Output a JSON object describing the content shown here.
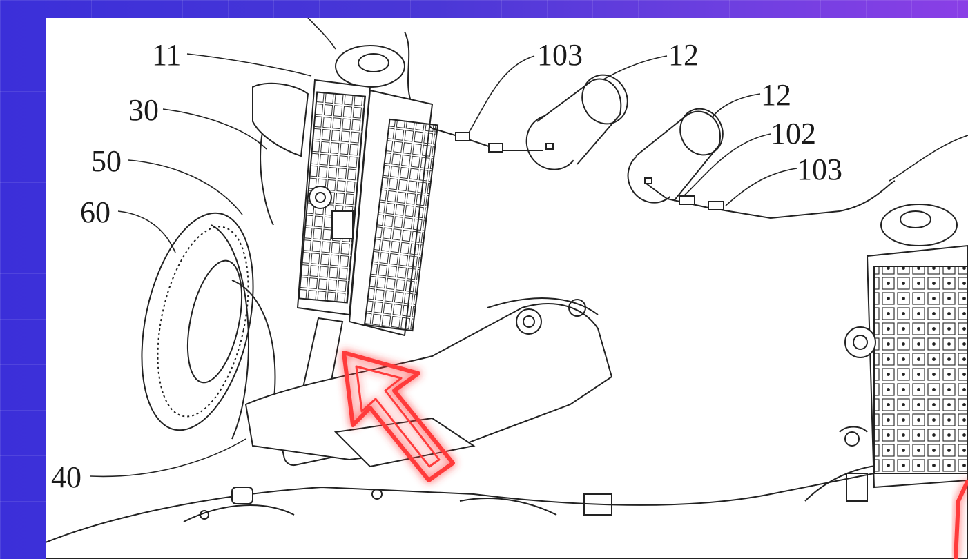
{
  "diagram": {
    "callouts": {
      "c11": "11",
      "c30": "30",
      "c50": "50",
      "c60": "60",
      "c40": "40",
      "c103a": "103",
      "c12a": "12",
      "c12b": "12",
      "c102": "102",
      "c103b": "103"
    },
    "highlight_color": "#ff3b3b",
    "line_color": "#222222"
  }
}
